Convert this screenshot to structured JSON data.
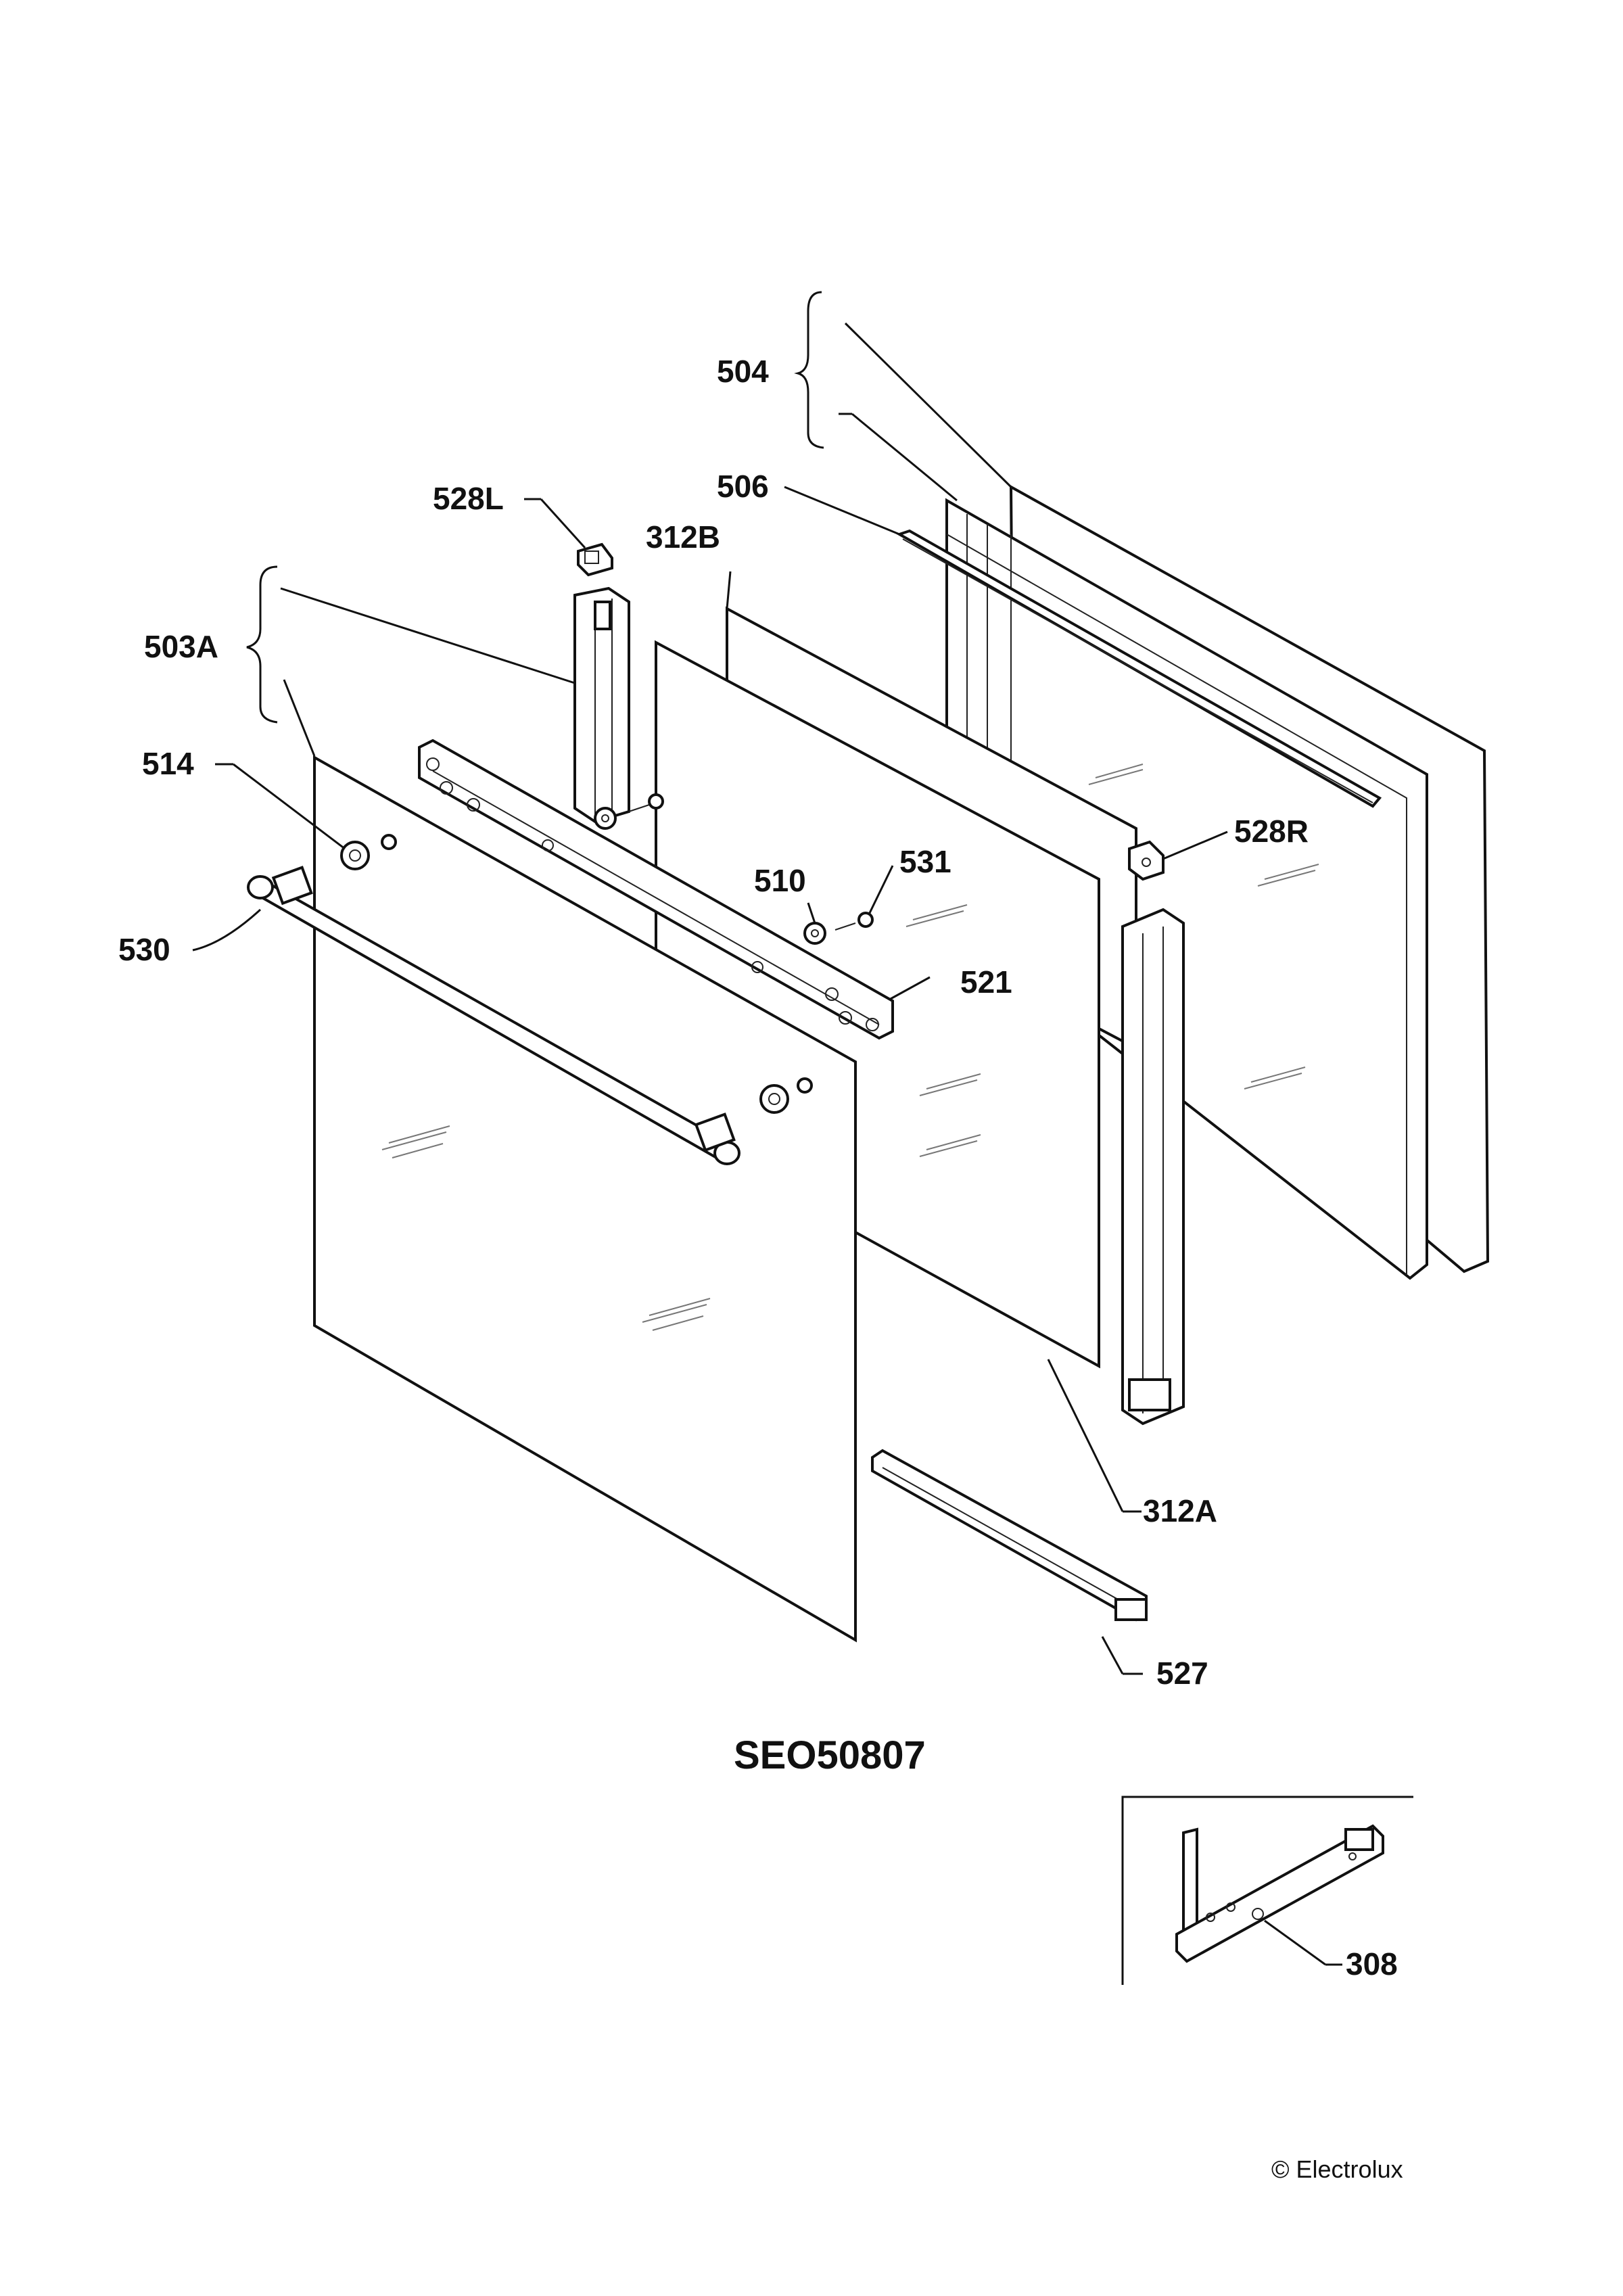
{
  "diagram_code": "SEO50807",
  "copyright": "© Electrolux",
  "labels": {
    "p504": "504",
    "p506": "506",
    "p528L": "528L",
    "p312B": "312B",
    "p503A": "503A",
    "p514": "514",
    "p530": "530",
    "p510": "510",
    "p531": "531",
    "p521": "521",
    "p528R": "528R",
    "p312A": "312A",
    "p527": "527",
    "p308": "308"
  }
}
